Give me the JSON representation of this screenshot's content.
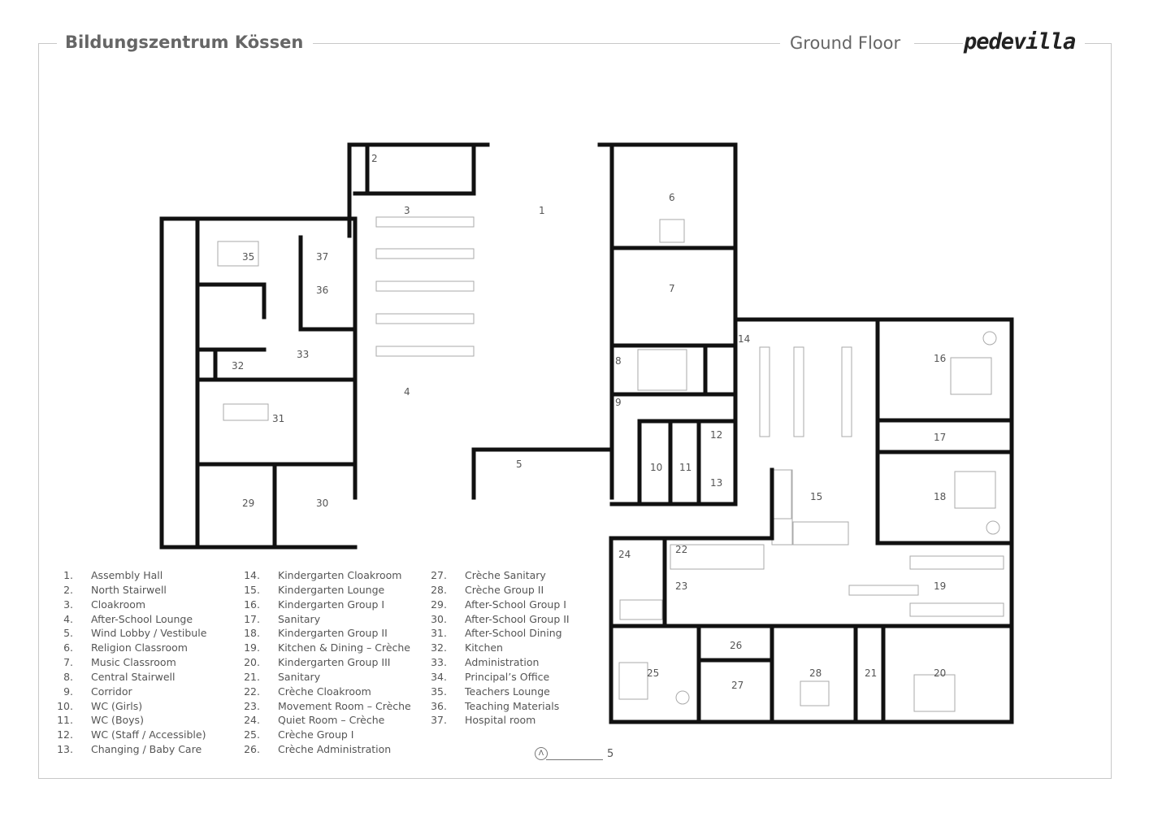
{
  "header": {
    "title": "Bildungszentrum Kössen",
    "floor": "Ground Floor",
    "logo": "pedevilla"
  },
  "legend": [
    {
      "num": "1",
      "name": "Assembly Hall"
    },
    {
      "num": "2",
      "name": "North Stairwell"
    },
    {
      "num": "3",
      "name": "Cloakroom"
    },
    {
      "num": "4",
      "name": "After-School Lounge"
    },
    {
      "num": "5",
      "name": "Wind Lobby / Vestibule"
    },
    {
      "num": "6",
      "name": "Religion Classroom"
    },
    {
      "num": "7",
      "name": "Music Classroom"
    },
    {
      "num": "8",
      "name": "Central Stairwell"
    },
    {
      "num": "9",
      "name": "Corridor"
    },
    {
      "num": "10",
      "name": "WC (Girls)"
    },
    {
      "num": "11",
      "name": "WC (Boys)"
    },
    {
      "num": "12",
      "name": "WC (Staff / Accessible)"
    },
    {
      "num": "13",
      "name": "Changing / Baby Care"
    },
    {
      "num": "14",
      "name": "Kindergarten Cloakroom"
    },
    {
      "num": "15",
      "name": "Kindergarten Lounge"
    },
    {
      "num": "16",
      "name": "Kindergarten Group I"
    },
    {
      "num": "17",
      "name": "Sanitary"
    },
    {
      "num": "18",
      "name": "Kindergarten Group II"
    },
    {
      "num": "19",
      "name": "Kitchen & Dining – Crèche"
    },
    {
      "num": "20",
      "name": "Kindergarten Group III"
    },
    {
      "num": "21",
      "name": "Sanitary"
    },
    {
      "num": "22",
      "name": "Crèche Cloakroom"
    },
    {
      "num": "23",
      "name": "Movement Room – Crèche"
    },
    {
      "num": "24",
      "name": "Quiet Room – Crèche"
    },
    {
      "num": "25",
      "name": "Crèche Group I"
    },
    {
      "num": "26",
      "name": "Crèche Administration"
    },
    {
      "num": "27",
      "name": "Crèche Sanitary"
    },
    {
      "num": "28",
      "name": "Crèche Group II"
    },
    {
      "num": "29",
      "name": "After-School Group I"
    },
    {
      "num": "30",
      "name": "After-School Group II"
    },
    {
      "num": "31",
      "name": "After-School Dining"
    },
    {
      "num": "32",
      "name": "Kitchen"
    },
    {
      "num": "33",
      "name": "Administration"
    },
    {
      "num": "34",
      "name": "Principal’s Office"
    },
    {
      "num": "35",
      "name": "Teachers Lounge"
    },
    {
      "num": "36",
      "name": "Teaching Materials"
    },
    {
      "num": "37",
      "name": "Hospital room"
    }
  ],
  "scale": {
    "north_symbol": "Λ",
    "value": "5"
  }
}
